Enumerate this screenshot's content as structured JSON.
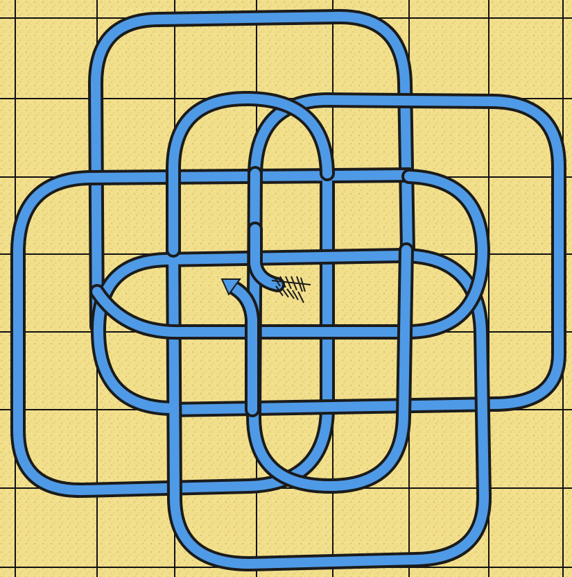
{
  "puzzle": {
    "type": "knot-rope",
    "colors": {
      "background": "#f2df8c",
      "background_speckle": "#d9c26a",
      "grid_line": "#111111",
      "rope_fill": "#4f9ae6",
      "rope_outline": "#1b1b1b",
      "arrow_fill": "#4f9ae6"
    },
    "grid": {
      "columns": 7,
      "rows": 7
    },
    "rope_ends": {
      "head": "arrow-head-icon",
      "tail": "fletching-icon"
    }
  }
}
